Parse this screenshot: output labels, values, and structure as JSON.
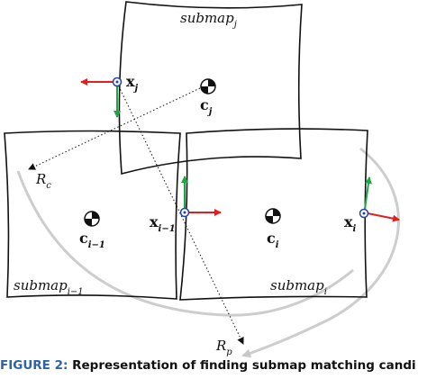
{
  "labels": {
    "submap_j": {
      "base": "submap",
      "sub": "j"
    },
    "submap_i1": {
      "base": "submap",
      "sub": "i−1"
    },
    "submap_i": {
      "base": "submap",
      "sub": "i"
    },
    "x_j": {
      "base": "x",
      "sub": "j"
    },
    "x_i1": {
      "base": "x",
      "sub": "i−1"
    },
    "x_i": {
      "base": "x",
      "sub": "i"
    },
    "c_j": {
      "base": "c",
      "sub": "j"
    },
    "c_i1": {
      "base": "c",
      "sub": "i−1"
    },
    "c_i": {
      "base": "c",
      "sub": "i"
    },
    "R_c": {
      "base": "R",
      "sub": "c"
    },
    "R_p": {
      "base": "R",
      "sub": "p"
    }
  },
  "caption": {
    "label": "FIGURE 2:",
    "text": "Representation of finding submap matching candi"
  },
  "colors": {
    "x_axis_arrow": "#e02020",
    "y_axis_arrow": "#1aa845",
    "pose_marker": "#2244aa",
    "radius_arc": "#c8c8c8",
    "outline": "#111111",
    "caption_label": "#2f62a8"
  },
  "icons": {
    "pose": "circle-dot-icon",
    "centroid": "checkered-circle-icon"
  }
}
